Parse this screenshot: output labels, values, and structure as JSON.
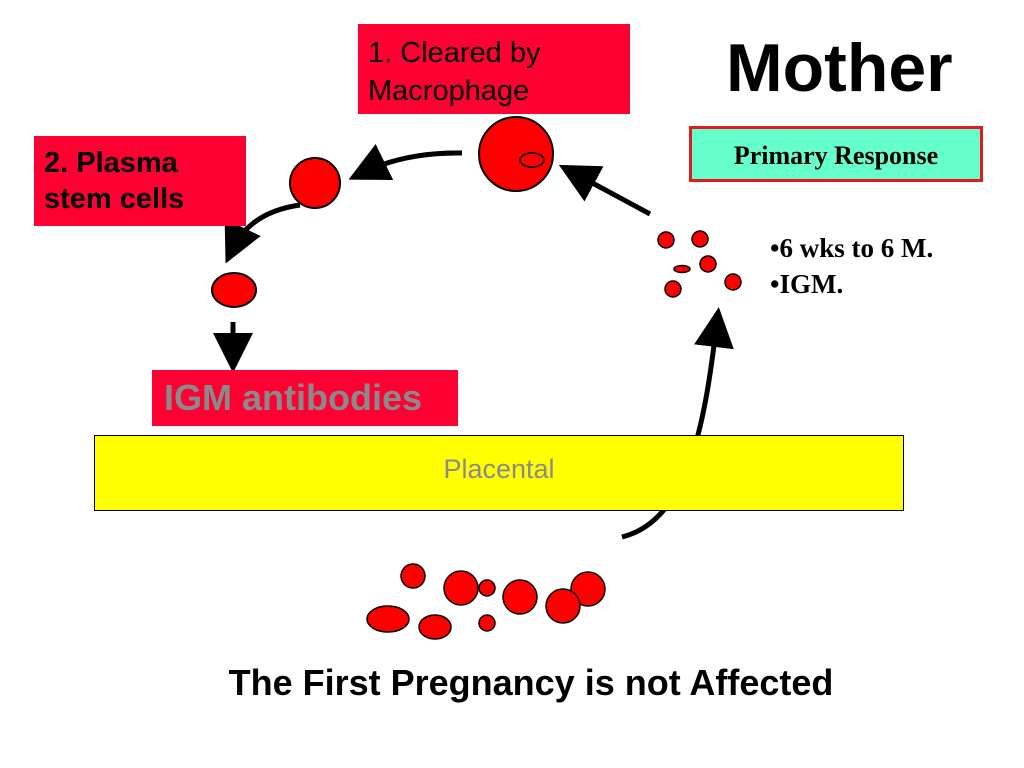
{
  "title": "Mother",
  "label_macrophage": "1. Cleared by Macrophage",
  "label_macrophage_line1": "1. Cleared by",
  "label_macrophage_line2": "Macrophage",
  "label_plasma_line1": "2. Plasma",
  "label_plasma_line2": "stem cells",
  "label_igm": "IGM antibodies",
  "primary_response": "Primary Response",
  "bullets": [
    "•6 wks to 6 M.",
    "•IGM."
  ],
  "placental": "Placental",
  "footer": "The First Pregnancy is not Affected",
  "colors": {
    "red_cell": "#ff0000",
    "red_box": "#ff0033",
    "placental_fill": "#ffff00",
    "response_fill": "#66ffcc",
    "response_border": "#e31a1a",
    "muted_text": "#8a8a8a"
  }
}
